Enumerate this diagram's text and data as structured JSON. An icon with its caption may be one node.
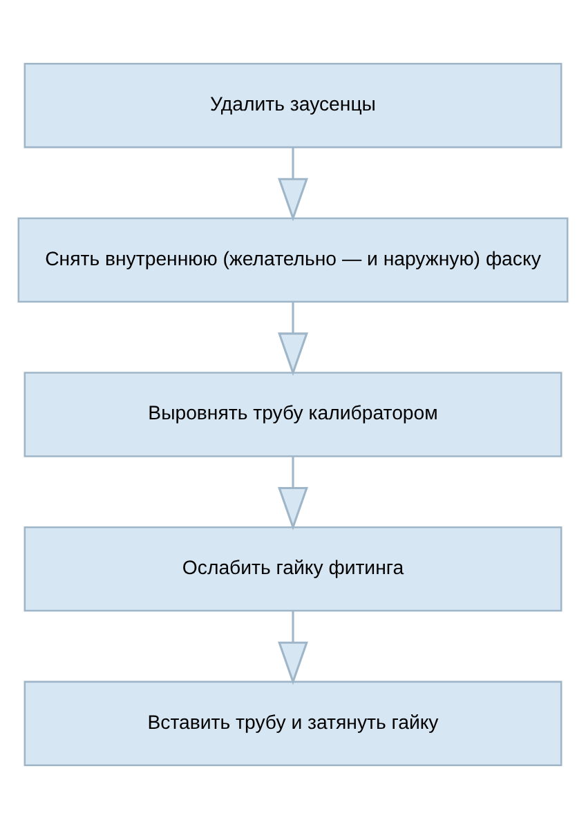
{
  "diagram": {
    "nodes": [
      {
        "text": [
          "Удалить заусенцы"
        ]
      },
      {
        "text": [
          "Снять внутреннюю (желательно — и наружную) фаску"
        ]
      },
      {
        "text": [
          "Выровнять трубу калибратором"
        ]
      },
      {
        "text": [
          "Ослабить гайку фитинга"
        ]
      },
      {
        "text": [
          "Вставить трубу и затянуть гайку"
        ]
      }
    ],
    "edges": [
      {
        "from": 0,
        "to": 1,
        "arrow": "to"
      },
      {
        "from": 1,
        "to": 2,
        "arrow": "to"
      },
      {
        "from": 2,
        "to": 3,
        "arrow": "to"
      },
      {
        "from": 3,
        "to": 4,
        "arrow": "to"
      }
    ]
  }
}
